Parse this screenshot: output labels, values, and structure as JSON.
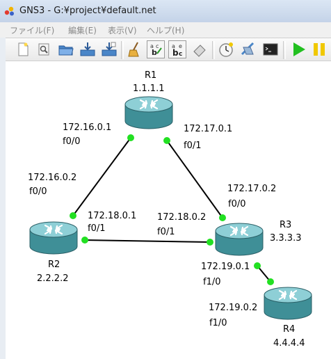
{
  "window": {
    "title": "GNS3 - G:¥project¥default.net"
  },
  "menu": {
    "items": [
      "ファイル(F)",
      "編集(E)",
      "表示(V)",
      "ヘルプ(H)"
    ]
  },
  "toolbar": {
    "buttons": [
      "new-file-icon",
      "open-snapshot-icon",
      "open-folder-icon",
      "save-icon",
      "save-as-icon",
      "clear-broom-icon",
      "show-interface-labels-icon",
      "show-hostnames-icon",
      "eraser-icon",
      "clock-icon",
      "capture-icon",
      "console-icon",
      "start-icon",
      "pause-icon"
    ],
    "colors": {
      "start": "#22c020",
      "pause": "#f0c800"
    }
  },
  "topology": {
    "routers": [
      {
        "id": "R1",
        "name": "R1",
        "address": "1.1.1.1"
      },
      {
        "id": "R2",
        "name": "R2",
        "address": "2.2.2.2"
      },
      {
        "id": "R3",
        "name": "R3",
        "address": "3.3.3.3"
      },
      {
        "id": "R4",
        "name": "R4",
        "address": "4.4.4.4"
      }
    ],
    "links": [
      {
        "from": "R1",
        "to": "R2",
        "from_ip": "172.16.0.1",
        "from_if": "f0/0",
        "to_ip": "172.16.0.2",
        "to_if": "f0/0"
      },
      {
        "from": "R1",
        "to": "R3",
        "from_ip": "172.17.0.1",
        "from_if": "f0/1",
        "to_ip": "172.17.0.2",
        "to_if": "f0/0"
      },
      {
        "from": "R2",
        "to": "R3",
        "from_ip": "172.18.0.1",
        "from_if": "f0/1",
        "to_ip": "172.18.0.2",
        "to_if": "f0/1"
      },
      {
        "from": "R3",
        "to": "R4",
        "from_ip": "172.19.0.1",
        "from_if": "f1/0",
        "to_ip": "172.19.0.2",
        "to_if": "f1/0"
      }
    ],
    "link_status_color": "#22e022",
    "router_color": "#3f8f97"
  }
}
